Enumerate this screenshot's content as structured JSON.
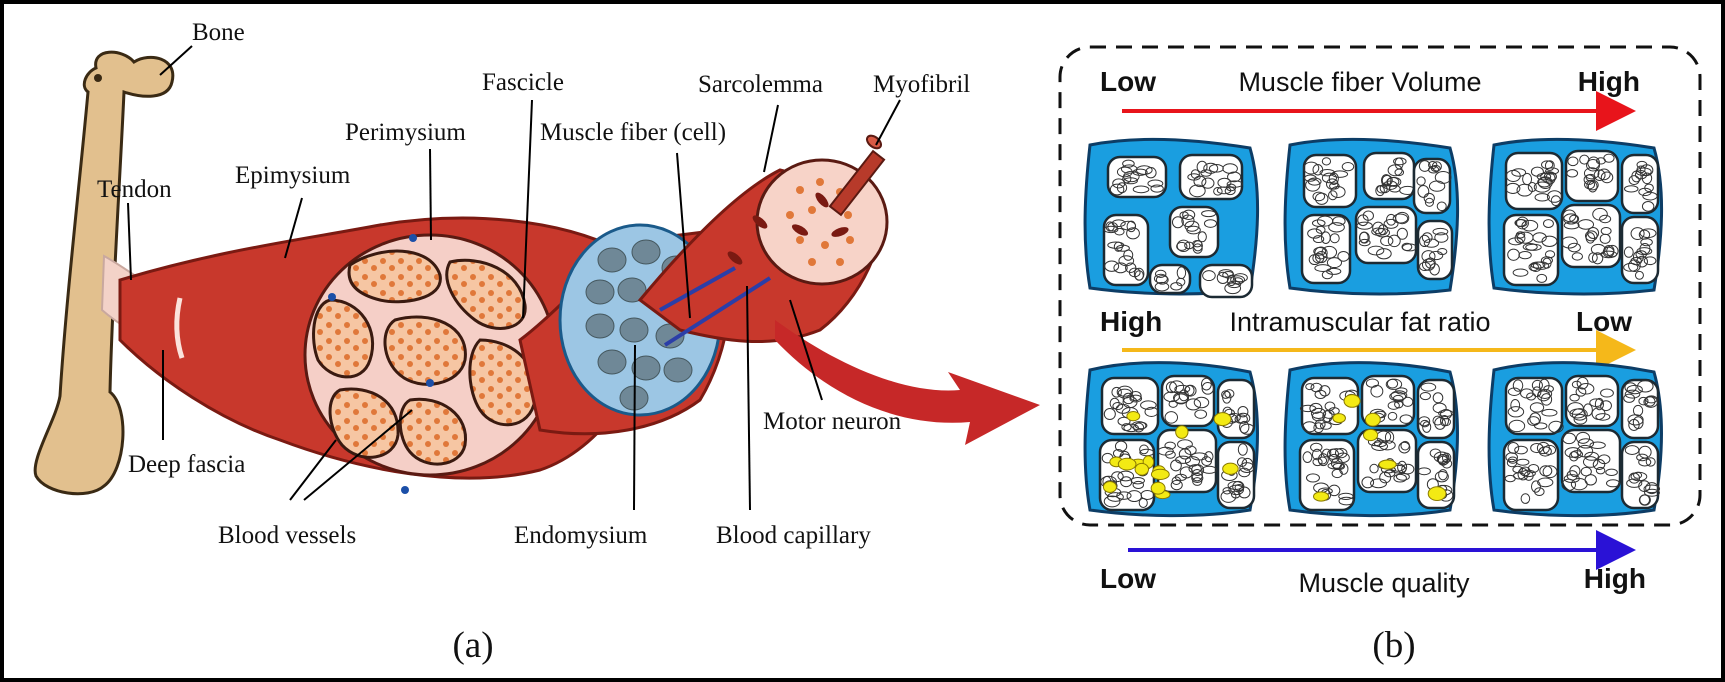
{
  "panel_a": {
    "caption": "(a)",
    "labels": {
      "bone": "Bone",
      "tendon": "Tendon",
      "epimysium": "Epimysium",
      "perimysium": "Perimysium",
      "fascicle": "Fascicle",
      "muscle_fiber": "Muscle fiber (cell)",
      "sarcolemma": "Sarcolemma",
      "myofibril": "Myofibril",
      "deep_fascia": "Deep fascia",
      "blood_vessels": "Blood vessels",
      "endomysium": "Endomysium",
      "blood_capillary": "Blood capillary",
      "motor_neuron": "Motor neuron"
    }
  },
  "panel_b": {
    "caption": "(b)",
    "rows": [
      {
        "title": "Muscle fiber Volume",
        "left": "Low",
        "right": "High",
        "arrow_color": "#e8141b"
      },
      {
        "title": "Intramuscular fat ratio",
        "left": "High",
        "right": "Low",
        "arrow_color": "#f5b81a"
      },
      {
        "title": "Muscle quality",
        "left": "Low",
        "right": "High",
        "arrow_color": "#2a12d6"
      }
    ],
    "colors": {
      "tissue": "#1a9ee0",
      "fat": "#f3ea14"
    }
  }
}
